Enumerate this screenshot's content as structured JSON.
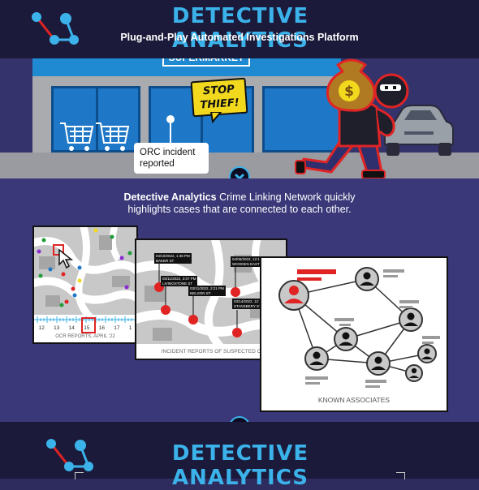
{
  "header": {
    "title": "DETECTIVE ANALYTICS",
    "subtitle": "Plug-and-Play Automated Investigations Platform"
  },
  "scene": {
    "store_sign": "SUPERMARKET",
    "speech_bubble": [
      "STOP",
      "THIEF!"
    ],
    "incident_label": [
      "ORC incident",
      "reported"
    ],
    "money_bag_symbol": "$",
    "icons": [
      "shopping-cart-icon",
      "car-icon",
      "thief-icon",
      "money-bag-icon"
    ]
  },
  "middle": {
    "description_bold": "Detective Analytics",
    "description_rest": " Crime Linking Network quickly",
    "description_line2": "highlights cases that are connected to each other.",
    "card1": {
      "timeline_labels": [
        "12",
        "13",
        "14",
        "15",
        "16",
        "17",
        "1"
      ],
      "selected_label": "15",
      "caption": "OCR REPORTS, APRIL '22"
    },
    "card2": {
      "pins": [
        {
          "date": "04/10/2022, 1:36 PM",
          "place": "BAKER ST"
        },
        {
          "date": "04/06/2022, 12:1",
          "place": "WOODEN EAST"
        },
        {
          "date": "03/11/2022, 3:07 PM",
          "place": "LIVINGSTONE ST"
        },
        {
          "date": "03/21/2022, 2:21 PM",
          "place": "NELSON ST"
        },
        {
          "date": "03/14/2022, 12:",
          "place": "STANSBERY ST"
        }
      ],
      "caption": "INCIDENT REPORTS OF SUSPECTED C"
    },
    "card3": {
      "caption": "KNOWN ASSOCIATES"
    }
  },
  "footer": {
    "title": "DETECTIVE ANALYTICS"
  },
  "colors": {
    "accent": "#3bb3ea",
    "highlight": "#e02424",
    "bubble": "#f2d91e"
  }
}
